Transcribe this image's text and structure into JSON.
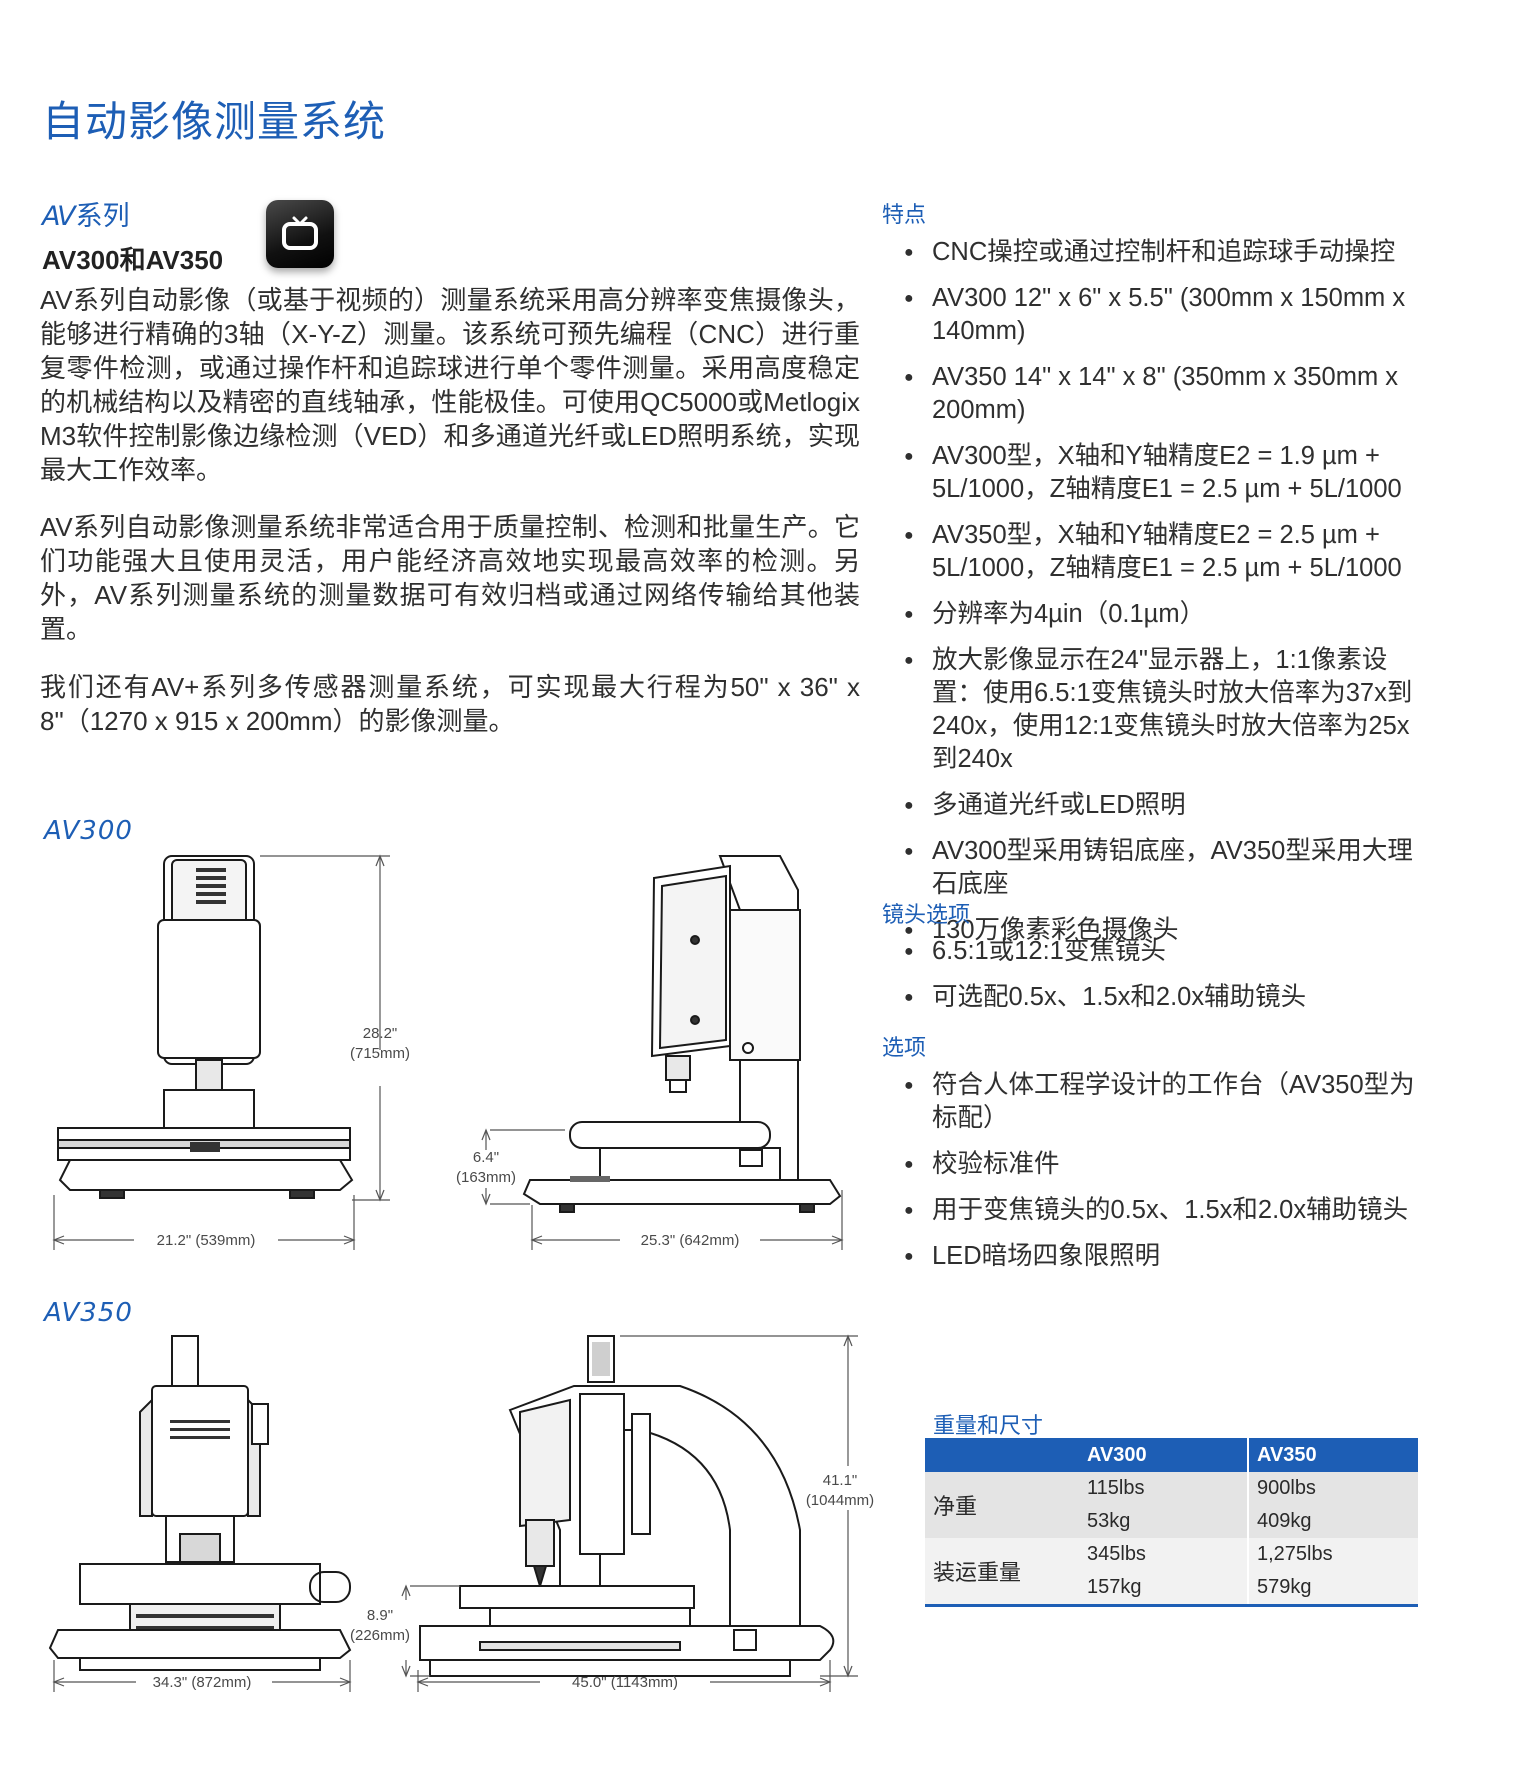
{
  "page_title": "自动影像测量系统",
  "series": {
    "logo_text": "AV",
    "suffix": "系列"
  },
  "model_title": "AV300和AV350",
  "icons": {
    "tv": "tv-icon"
  },
  "paragraphs": [
    "AV系列自动影像（或基于视频的）测量系统采用高分辨率变焦摄像头，能够进行精确的3轴（X-Y-Z）测量。该系统可预先编程（CNC）进行重复零件检测，或通过操作杆和追踪球进行单个零件测量。采用高度稳定的机械结构以及精密的直线轴承，性能极佳。可使用QC5000或Metlogix M3软件控制影像边缘检测（VED）和多通道光纤或LED照明系统，实现最大工作效率。",
    "AV系列自动影像测量系统非常适合用于质量控制、检测和批量生产。它们功能强大且使用灵活，用户能经济高效地实现最高效率的检测。另外，AV系列测量系统的测量数据可有效归档或通过网络传输给其他装置。",
    "我们还有AV+系列多传感器测量系统，可实现最大行程为50\" x 36\" x 8\"（1270 x 915 x 200mm）的影像测量。"
  ],
  "drawings": {
    "av300": {
      "label": "AV300",
      "front_height": "28.2\"",
      "front_height_mm": "(715mm)",
      "front_width": "21.2\" (539mm)",
      "side_height": "6.4\"",
      "side_height_mm": "(163mm)",
      "side_width": "25.3\" (642mm)"
    },
    "av350": {
      "label": "AV350",
      "front_width": "34.3\" (872mm)",
      "side_small": "8.9\"",
      "side_small_mm": "(226mm)",
      "side_height": "41.1\"",
      "side_height_mm": "(1044mm)",
      "side_width": "45.0\" (1143mm)"
    }
  },
  "features": {
    "heading": "特点",
    "items": [
      "CNC操控或通过控制杆和追踪球手动操控",
      "AV300 12\" x 6\" x 5.5\" (300mm x 150mm x 140mm)",
      "AV350 14\" x 14\" x 8\" (350mm x 350mm x 200mm)",
      "AV300型，X轴和Y轴精度E2 = 1.9 µm + 5L/1000，Z轴精度E1 = 2.5 µm + 5L/1000",
      "AV350型，X轴和Y轴精度E2 = 2.5 µm + 5L/1000，Z轴精度E1 = 2.5 µm + 5L/1000",
      "分辨率为4µin（0.1µm）",
      "放大影像显示在24\"显示器上，1:1像素设置：使用6.5:1变焦镜头时放大倍率为37x到240x，使用12:1变焦镜头时放大倍率为25x到240x",
      "多通道光纤或LED照明",
      "AV300型采用铸铝底座，AV350型采用大理石底座",
      "130万像素彩色摄像头"
    ]
  },
  "lens_options": {
    "heading": "镜头选项",
    "items": [
      "6.5:1或12:1变焦镜头",
      "可选配0.5x、1.5x和2.0x辅助镜头"
    ]
  },
  "options": {
    "heading": "选项",
    "items": [
      "符合人体工程学设计的工作台（AV350型为标配）",
      "校验标准件",
      "用于变焦镜头的0.5x、1.5x和2.0x辅助镜头",
      "LED暗场四象限照明"
    ]
  },
  "specs": {
    "title": "重量和尺寸",
    "columns": [
      "AV300",
      "AV350"
    ],
    "rows": [
      {
        "label": "净重",
        "av300": [
          "115lbs",
          "53kg"
        ],
        "av350": [
          "900lbs",
          "409kg"
        ]
      },
      {
        "label": "装运重量",
        "av300": [
          "345lbs",
          "157kg"
        ],
        "av350": [
          "1,275lbs",
          "579kg"
        ]
      }
    ]
  }
}
